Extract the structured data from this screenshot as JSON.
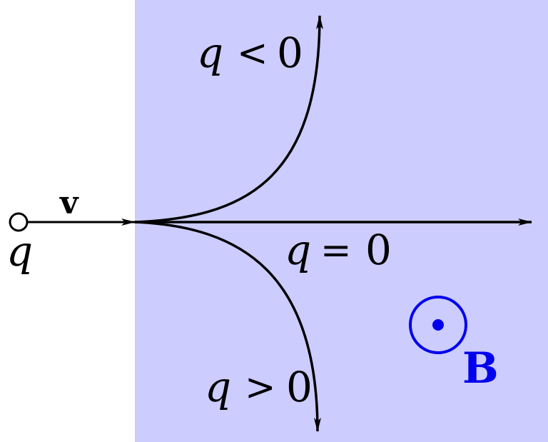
{
  "colors": {
    "field_region": "#ccccff",
    "background": "#ffffff",
    "trajectory": "#000000",
    "field_symbol": "#0000ee"
  },
  "particle": {
    "symbol": "q",
    "velocity_label": "v"
  },
  "trajectories": [
    {
      "id": "negative",
      "label_var": "q",
      "label_rel": "<",
      "label_val": "0",
      "direction": "curves-up"
    },
    {
      "id": "neutral",
      "label_var": "q",
      "label_rel": "=",
      "label_val": "0",
      "direction": "straight"
    },
    {
      "id": "positive",
      "label_var": "q",
      "label_rel": ">",
      "label_val": "0",
      "direction": "curves-down"
    }
  ],
  "magnetic_field": {
    "label": "B",
    "orientation": "out-of-page",
    "icon": "dot-in-circle-icon"
  }
}
